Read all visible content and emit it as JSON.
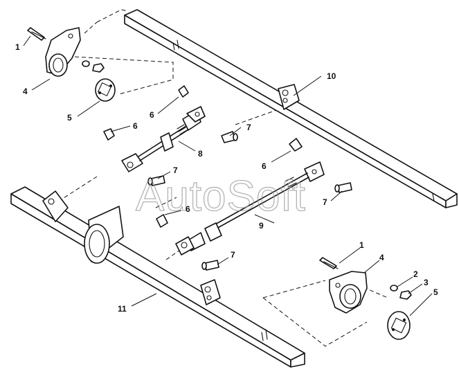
{
  "watermark": "AutoSoft",
  "callouts": {
    "c1a": "1",
    "c4a": "4",
    "c5a": "5",
    "c6a": "6",
    "c6b": "6",
    "c7a": "7",
    "c8": "8",
    "c10": "10",
    "c7b": "7",
    "c6c": "6",
    "c7c": "7",
    "c6d": "6",
    "c9": "9",
    "c7d": "7",
    "c11": "11",
    "c1b": "1",
    "c4b": "4",
    "c2": "2",
    "c3": "3",
    "c5b": "5"
  }
}
